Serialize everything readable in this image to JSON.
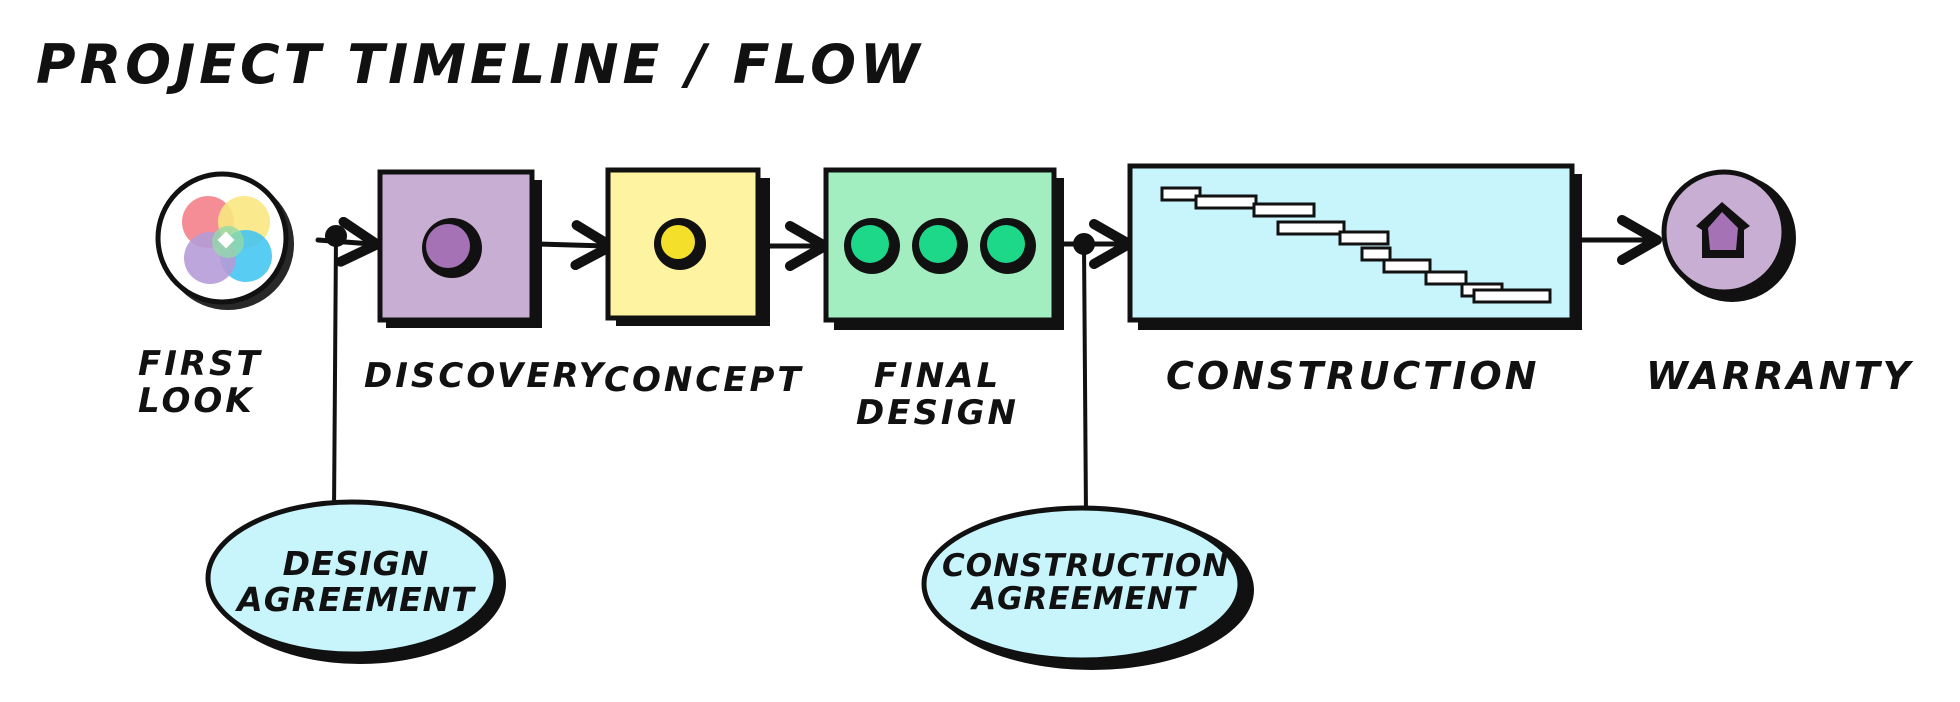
{
  "title": "PROJECT TIMELINE / FLOW",
  "stages": [
    {
      "id": "first-look",
      "line1": "FIRST",
      "line2": "LOOK",
      "fill": "#ffffff"
    },
    {
      "id": "discovery",
      "line1": "DISCOVERY",
      "line2": "",
      "fill": "#c9aed3"
    },
    {
      "id": "concept",
      "line1": "CONCEPT",
      "line2": "",
      "fill": "#fdf3a0"
    },
    {
      "id": "final-design",
      "line1": "FINAL",
      "line2": "DESIGN",
      "fill": "#a3eec0"
    },
    {
      "id": "construction",
      "line1": "CONSTRUCTION",
      "line2": "",
      "fill": "#c8f4fb"
    },
    {
      "id": "warranty",
      "line1": "WARRANTY",
      "line2": "",
      "fill": "#c9aed3"
    }
  ],
  "milestones": [
    {
      "id": "design-agreement",
      "line1": "DESIGN",
      "line2": "AGREEMENT",
      "fill": "#c8f4fb"
    },
    {
      "id": "construction-agreement",
      "line1": "CONSTRUCTION",
      "line2": "AGREEMENT",
      "fill": "#c8f4fb"
    }
  ],
  "colors": {
    "ink": "#111111",
    "discovery_dot": "#a472b5",
    "concept_dot": "#f4df2a",
    "final_dot": "#1ed88a",
    "warranty_house": "#a472b5",
    "venn": [
      "#f47a86",
      "#f9e26a",
      "#7fd39a",
      "#a98bd0",
      "#26bdf0"
    ]
  },
  "icons": {
    "first_look": "venn-circles-icon",
    "discovery": "dot-icon",
    "concept": "dot-icon",
    "final_design": "three-dots-icon",
    "construction": "gantt-bars-icon",
    "warranty": "house-icon"
  }
}
